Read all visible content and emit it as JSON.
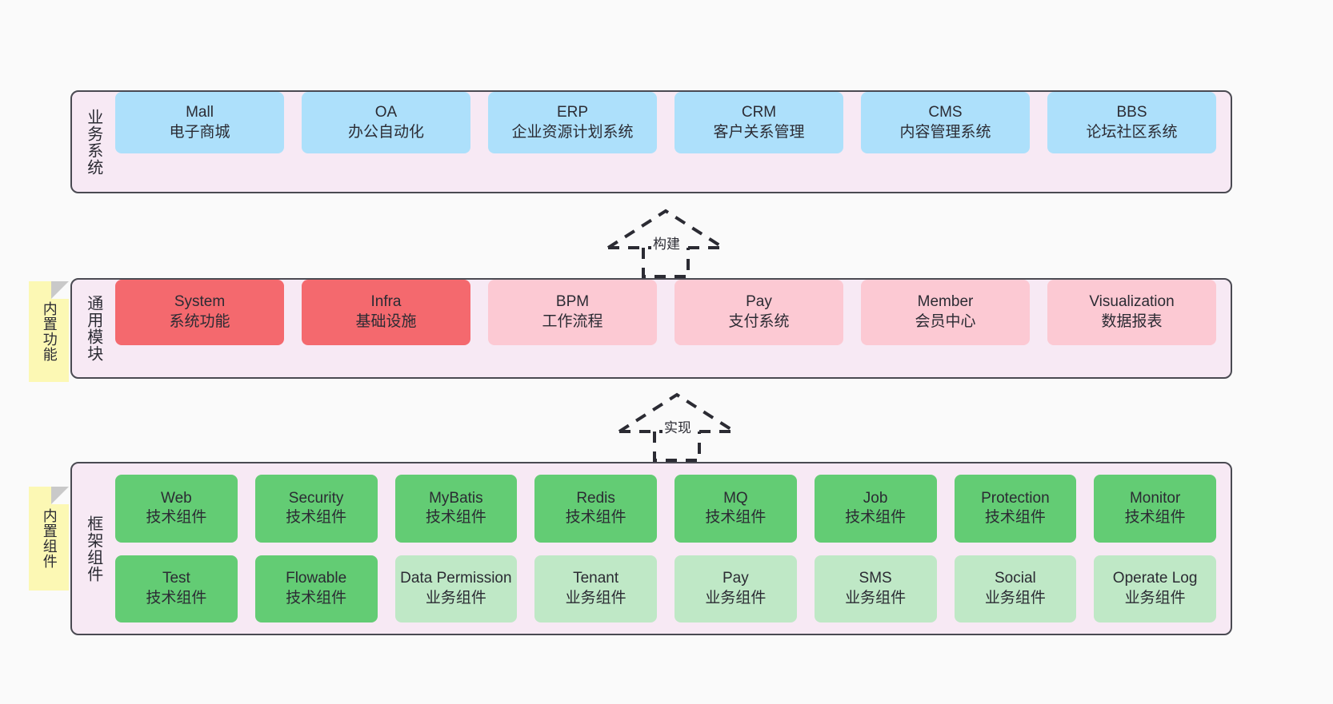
{
  "diagram": {
    "background": "#fafafa",
    "colors": {
      "container_bg": "#f7e9f4",
      "container_border": "#4a4a52",
      "blue": "#ade0fb",
      "red": "#f4696e",
      "pink": "#fcc9d3",
      "green": "#63cc74",
      "light_green": "#bfe8c6",
      "note_yellow": "#fcf8b4",
      "note_fold": "#c9c9c9"
    }
  },
  "layers": {
    "business": {
      "title": "业务系统",
      "cards": [
        {
          "name": "Mall",
          "sub": "电子商城",
          "color": "blue"
        },
        {
          "name": "OA",
          "sub": "办公自动化",
          "color": "blue"
        },
        {
          "name": "ERP",
          "sub": "企业资源计划系统",
          "color": "blue"
        },
        {
          "name": "CRM",
          "sub": "客户关系管理",
          "color": "blue"
        },
        {
          "name": "CMS",
          "sub": "内容管理系统",
          "color": "blue"
        },
        {
          "name": "BBS",
          "sub": "论坛社区系统",
          "color": "blue"
        }
      ]
    },
    "common": {
      "title": "通用模块",
      "note": "内置功能",
      "cards": [
        {
          "name": "System",
          "sub": "系统功能",
          "color": "red"
        },
        {
          "name": "Infra",
          "sub": "基础设施",
          "color": "red"
        },
        {
          "name": "BPM",
          "sub": "工作流程",
          "color": "pink"
        },
        {
          "name": "Pay",
          "sub": "支付系统",
          "color": "pink"
        },
        {
          "name": "Member",
          "sub": "会员中心",
          "color": "pink"
        },
        {
          "name": "Visualization",
          "sub": "数据报表",
          "color": "pink"
        }
      ]
    },
    "framework": {
      "title": "框架组件",
      "note": "内置组件",
      "rows": [
        [
          {
            "name": "Web",
            "sub": "技术组件",
            "color": "green"
          },
          {
            "name": "Security",
            "sub": "技术组件",
            "color": "green"
          },
          {
            "name": "MyBatis",
            "sub": "技术组件",
            "color": "green"
          },
          {
            "name": "Redis",
            "sub": "技术组件",
            "color": "green"
          },
          {
            "name": "MQ",
            "sub": "技术组件",
            "color": "green"
          },
          {
            "name": "Job",
            "sub": "技术组件",
            "color": "green"
          },
          {
            "name": "Protection",
            "sub": "技术组件",
            "color": "green"
          },
          {
            "name": "Monitor",
            "sub": "技术组件",
            "color": "green"
          }
        ],
        [
          {
            "name": "Test",
            "sub": "技术组件",
            "color": "green"
          },
          {
            "name": "Flowable",
            "sub": "技术组件",
            "color": "green"
          },
          {
            "name": "Data Permission",
            "sub": "业务组件",
            "color": "light_green"
          },
          {
            "name": "Tenant",
            "sub": "业务组件",
            "color": "light_green"
          },
          {
            "name": "Pay",
            "sub": "业务组件",
            "color": "light_green"
          },
          {
            "name": "SMS",
            "sub": "业务组件",
            "color": "light_green"
          },
          {
            "name": "Social",
            "sub": "业务组件",
            "color": "light_green"
          },
          {
            "name": "Operate Log",
            "sub": "业务组件",
            "color": "light_green"
          }
        ]
      ]
    }
  },
  "connectors": [
    {
      "id": "build",
      "label": "构建",
      "style": "dashed-generalization",
      "direction": "up"
    },
    {
      "id": "implement",
      "label": "实现",
      "style": "dashed-generalization",
      "direction": "up"
    }
  ]
}
